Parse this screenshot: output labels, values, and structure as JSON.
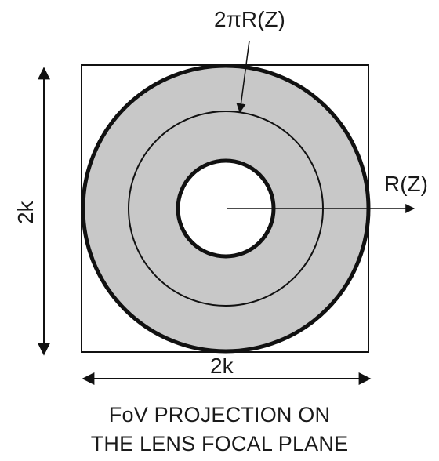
{
  "labels": {
    "circumference": "2πR(Z)",
    "radius": "R(Z)",
    "side_vertical": "2k",
    "side_horizontal": "2k"
  },
  "caption": {
    "line1": "FoV PROJECTION ON",
    "line2": "THE LENS FOCAL PLANE"
  },
  "colors": {
    "stroke": "#111111",
    "annulus_fill": "#c8c8c8",
    "background": "#ffffff"
  }
}
